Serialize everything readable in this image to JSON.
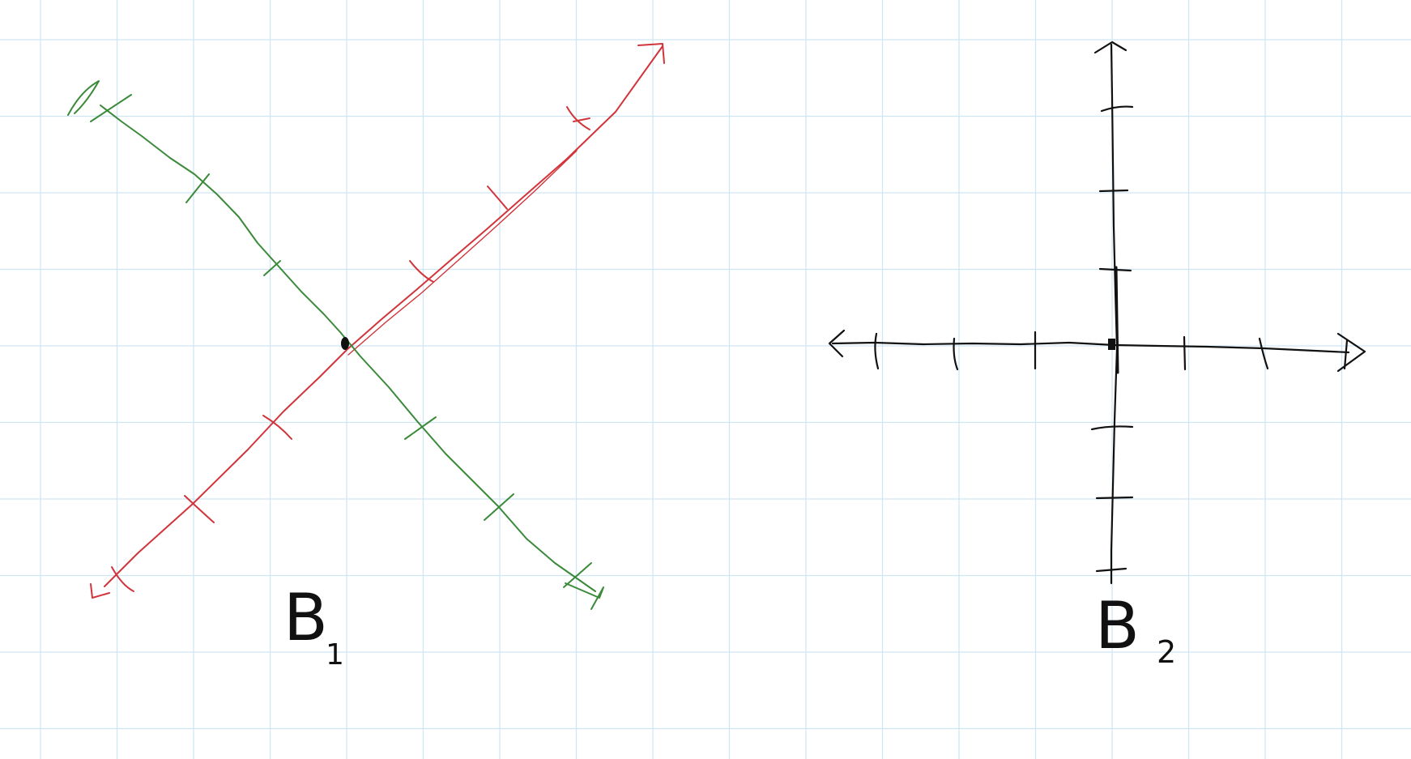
{
  "colors": {
    "background": "#ffffff",
    "grid": "#cfe6f3",
    "red_axis": "#d1343b",
    "green_axis": "#3a8a3a",
    "black_axis": "#111111"
  },
  "labels": {
    "basis_1": "B",
    "basis_1_sub": "1",
    "basis_2": "B",
    "basis_2_sub": "2"
  }
}
